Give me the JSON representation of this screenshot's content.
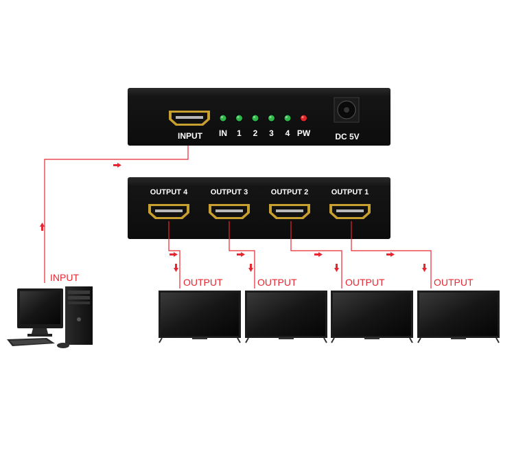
{
  "device_front": {
    "input_port_label": "INPUT",
    "led_labels": [
      "IN",
      "1",
      "2",
      "3",
      "4",
      "PW"
    ],
    "led_colors": [
      "#2fb84a",
      "#2fb84a",
      "#2fb84a",
      "#2fb84a",
      "#2fb84a",
      "#e02626"
    ],
    "power_label": "DC 5V"
  },
  "device_back": {
    "output_port_labels": [
      "OUTPUT 4",
      "OUTPUT 3",
      "OUTPUT 2",
      "OUTPUT 1"
    ]
  },
  "computer": {
    "label": "INPUT",
    "icon": "desktop-computer-icon"
  },
  "monitors": {
    "labels": [
      "OUTPUT",
      "OUTPUT",
      "OUTPUT",
      "OUTPUT"
    ],
    "icon": "monitor-icon"
  },
  "colors": {
    "line": "#e8262f",
    "device_body": "#141414",
    "port_gold": "#c8a030"
  }
}
